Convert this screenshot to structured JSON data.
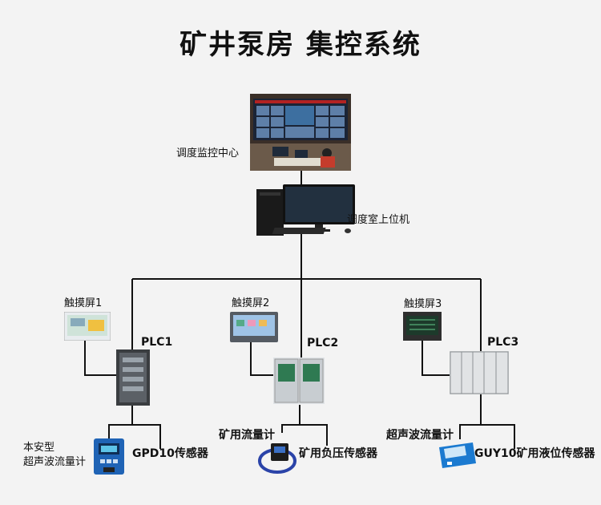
{
  "title": "矿井泵房  集控系统",
  "nodes": {
    "dispatch_center": "调度监控中心",
    "host_pc": "调度室上位机",
    "touch1": "触摸屏1",
    "touch2": "触摸屏2",
    "touch3": "触摸屏3",
    "plc1": "PLC1",
    "plc2": "PLC2",
    "plc3": "PLC3",
    "flowmeter_intrinsic_line1": "本安型",
    "flowmeter_intrinsic_line2": "超声波流量计",
    "gpd10": "GPD10传感器",
    "mine_flowmeter": "矿用流量计",
    "negative_pressure": "矿用负压传感器",
    "ultrasonic_flowmeter": "超声波流量计",
    "guy10": "GUY10矿用液位传感器"
  }
}
